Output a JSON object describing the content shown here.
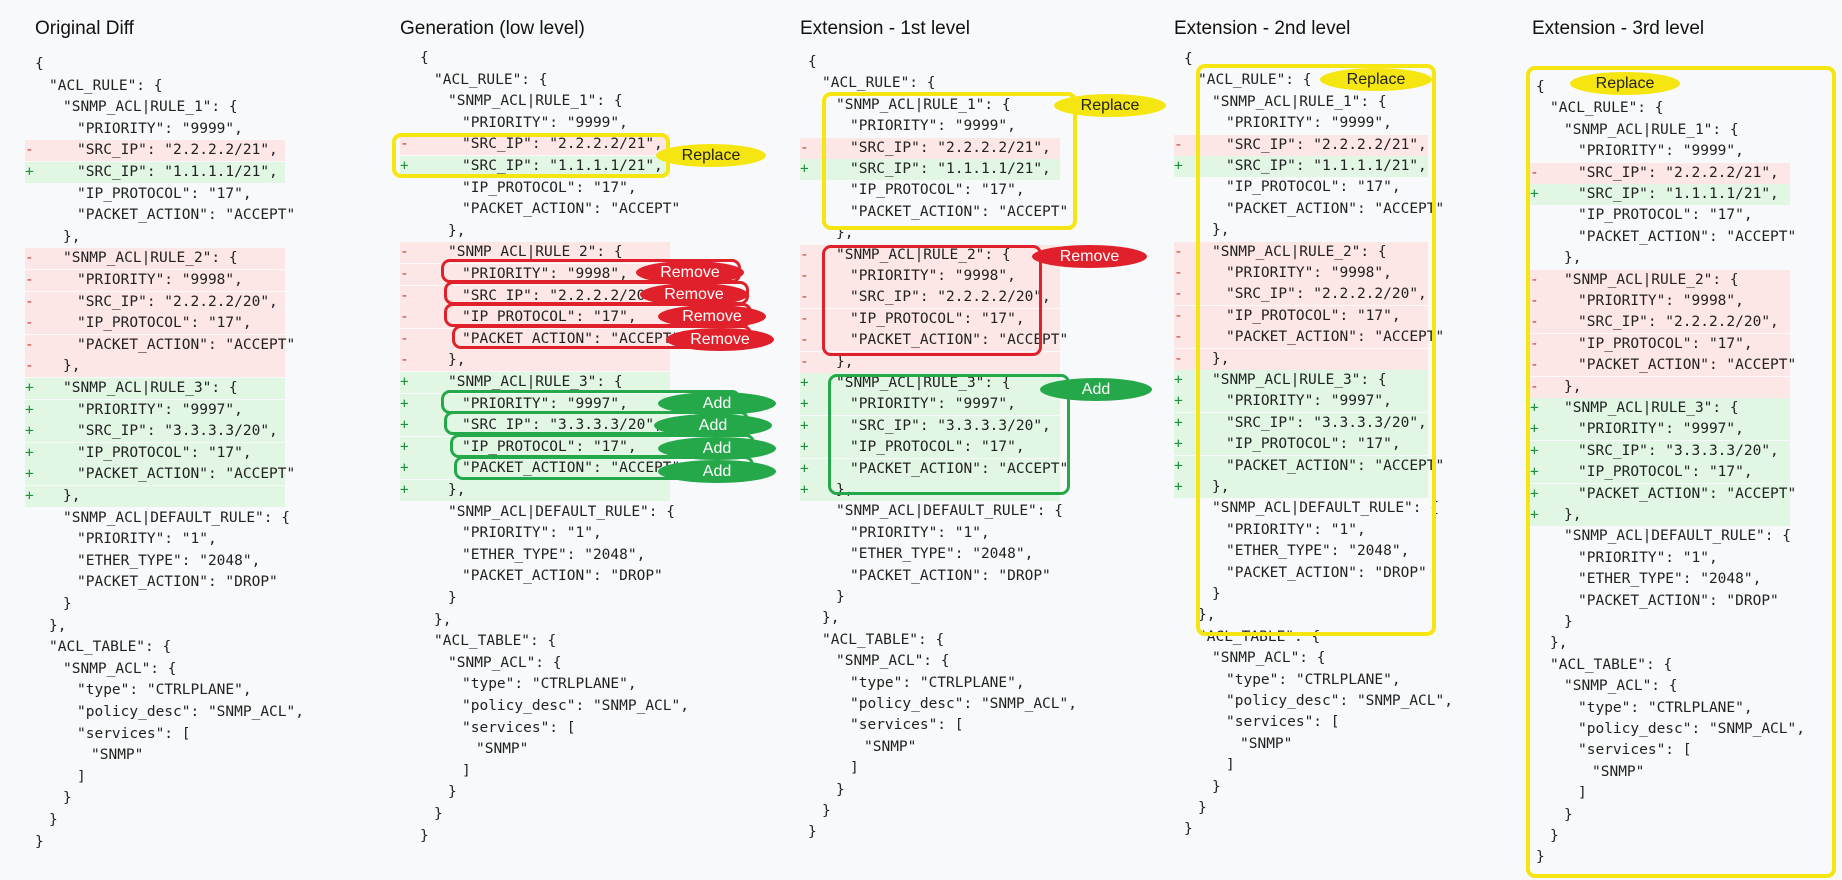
{
  "panels": [
    {
      "title": "Original Diff"
    },
    {
      "title": "Generation (low level)"
    },
    {
      "title": "Extension - 1st level"
    },
    {
      "title": "Extension - 2nd level"
    },
    {
      "title": "Extension - 3rd level"
    }
  ],
  "lines": [
    {
      "m": "",
      "i": 0,
      "t": "{"
    },
    {
      "m": "",
      "i": 1,
      "t": "\"ACL_RULE\": {"
    },
    {
      "m": "",
      "i": 2,
      "t": "\"SNMP_ACL|RULE_1\": {"
    },
    {
      "m": "",
      "i": 3,
      "t": "\"PRIORITY\": \"9999\","
    },
    {
      "m": "-",
      "i": 3,
      "t": "\"SRC_IP\": \"2.2.2.2/21\","
    },
    {
      "m": "+",
      "i": 3,
      "t": "\"SRC_IP\": \"1.1.1.1/21\","
    },
    {
      "m": "",
      "i": 3,
      "t": "\"IP_PROTOCOL\": \"17\","
    },
    {
      "m": "",
      "i": 3,
      "t": "\"PACKET_ACTION\": \"ACCEPT\""
    },
    {
      "m": "",
      "i": 2,
      "t": "},"
    },
    {
      "m": "-",
      "i": 2,
      "t": "\"SNMP_ACL|RULE_2\": {"
    },
    {
      "m": "-",
      "i": 3,
      "t": "\"PRIORITY\": \"9998\","
    },
    {
      "m": "-",
      "i": 3,
      "t": "\"SRC_IP\": \"2.2.2.2/20\","
    },
    {
      "m": "-",
      "i": 3,
      "t": "\"IP_PROTOCOL\": \"17\","
    },
    {
      "m": "-",
      "i": 3,
      "t": "\"PACKET_ACTION\": \"ACCEPT\""
    },
    {
      "m": "-",
      "i": 2,
      "t": "},"
    },
    {
      "m": "+",
      "i": 2,
      "t": "\"SNMP_ACL|RULE_3\": {"
    },
    {
      "m": "+",
      "i": 3,
      "t": "\"PRIORITY\": \"9997\","
    },
    {
      "m": "+",
      "i": 3,
      "t": "\"SRC_IP\": \"3.3.3.3/20\","
    },
    {
      "m": "+",
      "i": 3,
      "t": "\"IP_PROTOCOL\": \"17\","
    },
    {
      "m": "+",
      "i": 3,
      "t": "\"PACKET_ACTION\": \"ACCEPT\""
    },
    {
      "m": "+",
      "i": 2,
      "t": "},"
    },
    {
      "m": "",
      "i": 2,
      "t": "\"SNMP_ACL|DEFAULT_RULE\": {"
    },
    {
      "m": "",
      "i": 3,
      "t": "\"PRIORITY\": \"1\","
    },
    {
      "m": "",
      "i": 3,
      "t": "\"ETHER_TYPE\": \"2048\","
    },
    {
      "m": "",
      "i": 3,
      "t": "\"PACKET_ACTION\": \"DROP\""
    },
    {
      "m": "",
      "i": 2,
      "t": "}"
    },
    {
      "m": "",
      "i": 1,
      "t": "},"
    },
    {
      "m": "",
      "i": 1,
      "t": "\"ACL_TABLE\": {"
    },
    {
      "m": "",
      "i": 2,
      "t": "\"SNMP_ACL\": {"
    },
    {
      "m": "",
      "i": 3,
      "t": "\"type\": \"CTRLPLANE\","
    },
    {
      "m": "",
      "i": 3,
      "t": "\"policy_desc\": \"SNMP_ACL\","
    },
    {
      "m": "",
      "i": 3,
      "t": "\"services\": ["
    },
    {
      "m": "",
      "i": 4,
      "t": "\"SNMP\""
    },
    {
      "m": "",
      "i": 3,
      "t": "]"
    },
    {
      "m": "",
      "i": 2,
      "t": "}"
    },
    {
      "m": "",
      "i": 1,
      "t": "}"
    },
    {
      "m": "",
      "i": 0,
      "t": "}"
    }
  ],
  "labels": {
    "replace": "Replace",
    "remove": "Remove",
    "add": "Add"
  },
  "colors": {
    "replace": "#f5e611",
    "remove": "#e0202a",
    "add": "#24a84a",
    "deleted_line_bg": "#fde6e6",
    "added_line_bg": "#e1f7e4"
  }
}
